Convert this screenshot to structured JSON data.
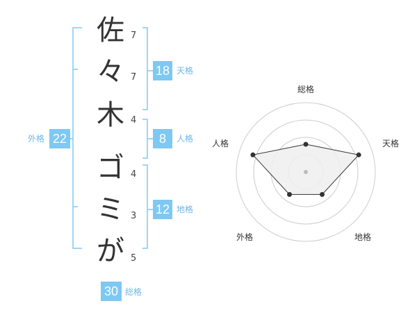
{
  "colors": {
    "bracket": "#7ec8f4",
    "badge_bg": "#7ec8f4",
    "badge_text": "#ffffff",
    "badge_label": "#6cb8e8",
    "char": "#333333",
    "radar_ring": "#cccccc",
    "radar_fill": "#eeeeee",
    "radar_line": "#333333"
  },
  "name": {
    "characters": [
      {
        "char": "佐",
        "strokes": "7"
      },
      {
        "char": "々",
        "strokes": "7"
      },
      {
        "char": "木",
        "strokes": "4"
      },
      {
        "char": "ゴ",
        "strokes": "4"
      },
      {
        "char": "ミ",
        "strokes": "3"
      },
      {
        "char": "が",
        "strokes": "5"
      }
    ]
  },
  "scores": {
    "tenkaku": {
      "value": "18",
      "label": "天格"
    },
    "jinkaku": {
      "value": "8",
      "label": "人格"
    },
    "chikaku": {
      "value": "12",
      "label": "地格"
    },
    "gaikaku": {
      "value": "22",
      "label": "外格"
    },
    "soukaku": {
      "value": "30",
      "label": "総格"
    }
  },
  "chart_data": {
    "type": "radar",
    "axes": [
      "総格",
      "天格",
      "地格",
      "外格",
      "人格"
    ],
    "values": [
      2,
      4,
      2,
      2,
      4
    ],
    "rmax": 5,
    "rings": 4
  }
}
